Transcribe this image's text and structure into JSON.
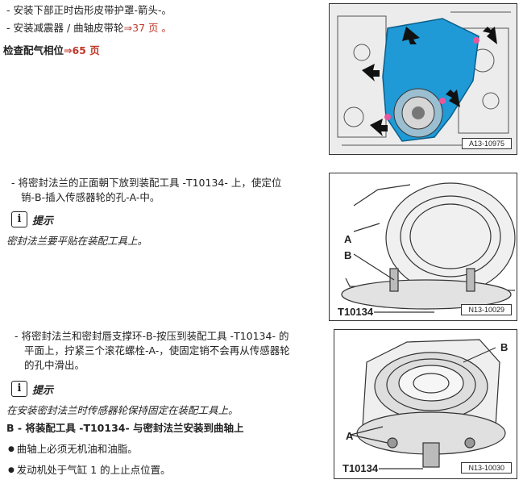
{
  "section1": {
    "step1": "安装下部正时齿形皮带护罩-箭头-。",
    "step2_text": "安装减震器 / 曲轴皮带轮",
    "step2_ref": "⇒37 页 。",
    "check_text": "检查配气相位",
    "check_ref": "⇒65 页"
  },
  "figure1": {
    "code": "A13-10975"
  },
  "section2": {
    "step_line1": "将密封法兰的正面朝下放到装配工具 -T10134- 上，使定位",
    "step_line2": "销-B-插入传感器轮的孔-A-中。",
    "note_label": "提示",
    "note_text": "密封法兰要平贴在装配工具上。"
  },
  "figure2": {
    "code": "N13-10029",
    "tool": "T10134",
    "label_a": "A",
    "label_b": "B"
  },
  "section3": {
    "step_line1": "将密封法兰和密封唇支撑环-B-按压到装配工具 -T10134- 的",
    "step_line2": "平面上，拧紧三个滚花螺栓-A-，使固定销不会再从传感器轮",
    "step_line3": "的孔中滑出。",
    "note_label": "提示",
    "note_text": "在安装密封法兰时传感器轮保持固定在装配工具上。",
    "heading": "B - 将装配工具 -T10134- 与密封法兰安装到曲轴上",
    "bullet1": "曲轴上必须无机油和油脂。",
    "bullet2": "发动机处于气缸 1 的上止点位置。"
  },
  "figure3": {
    "code": "N13-10030",
    "tool": "T10134",
    "label_a": "A",
    "label_b": "B"
  },
  "note_icon_glyph": "i",
  "colors": {
    "reference": "#c0392b",
    "cover_blue": "#1f9ad6"
  }
}
